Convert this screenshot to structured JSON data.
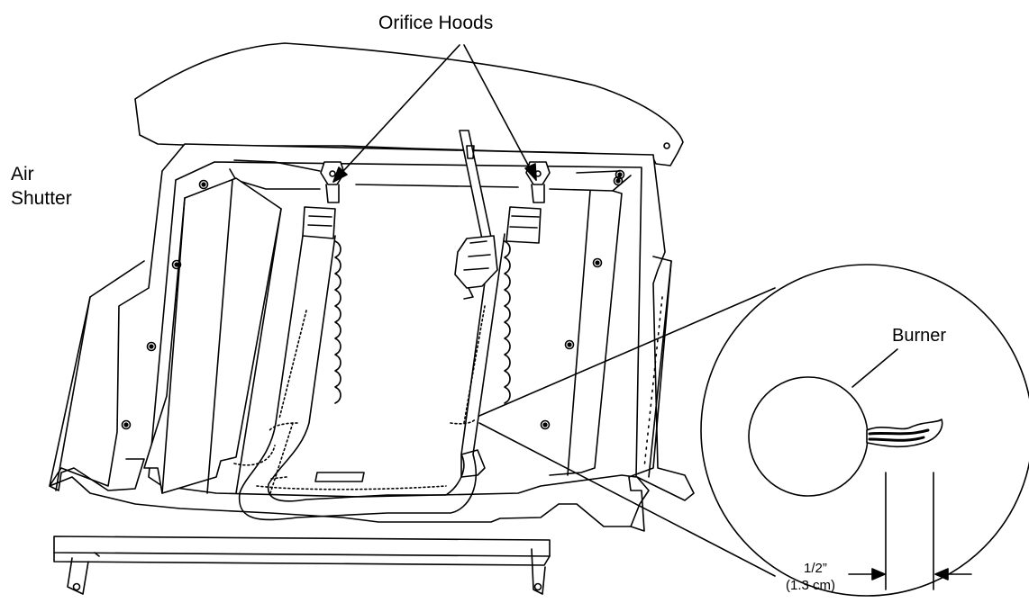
{
  "labels": {
    "orifice_hoods": "Orifice Hoods",
    "air_shutter_line1": "Air",
    "air_shutter_line2": "Shutter",
    "burner": "Burner",
    "dimension_in": "1/2”",
    "dimension_cm": "(1.3 cm)"
  },
  "colors": {
    "line": "#000000",
    "background": "#ffffff"
  }
}
